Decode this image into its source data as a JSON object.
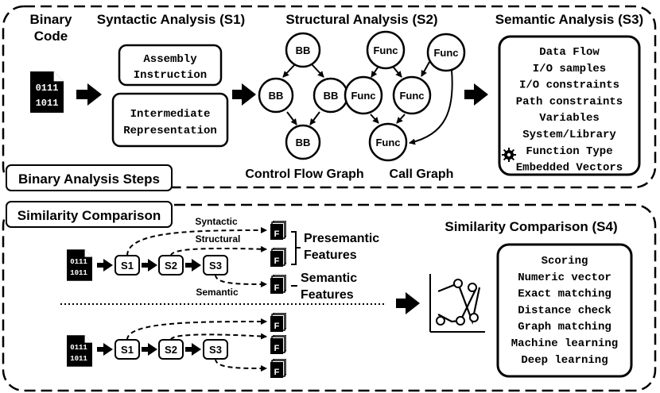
{
  "top": {
    "binary_code": [
      "Binary",
      "Code"
    ],
    "binary_digits": [
      "0111",
      "1011"
    ],
    "s1": {
      "title": "Syntactic Analysis (S1)",
      "box1": [
        "Assembly",
        "Instruction"
      ],
      "box2": [
        "Intermediate",
        "Representation"
      ]
    },
    "s2": {
      "title": "Structural Analysis (S2)",
      "bb": "BB",
      "func": "Func",
      "cfg_label": "Control Flow Graph",
      "cg_label": "Call Graph"
    },
    "s3": {
      "title": "Semantic Analysis (S3)",
      "items": [
        "Data Flow",
        "I/O samples",
        "I/O constraints",
        "Path constraints",
        "Variables",
        "System/Library",
        "Function Type",
        "Embedded Vectors"
      ]
    },
    "section_label": "Binary Analysis Steps"
  },
  "bottom": {
    "section_label": "Similarity Comparison",
    "binary_digits": [
      "0111",
      "1011"
    ],
    "steps": [
      "S1",
      "S2",
      "S3"
    ],
    "file_letter": "F",
    "edge_labels": {
      "syntactic": "Syntactic",
      "structural": "Structural",
      "semantic": "Semantic"
    },
    "presemantic": [
      "Presemantic",
      "Features"
    ],
    "semantic_features": [
      "Semantic",
      "Features"
    ],
    "s4": {
      "title": "Similarity Comparison (S4)",
      "items": [
        "Scoring",
        "Numeric vector",
        "Exact matching",
        "Distance check",
        "Graph matching",
        "Machine learning",
        "Deep learning"
      ]
    }
  }
}
